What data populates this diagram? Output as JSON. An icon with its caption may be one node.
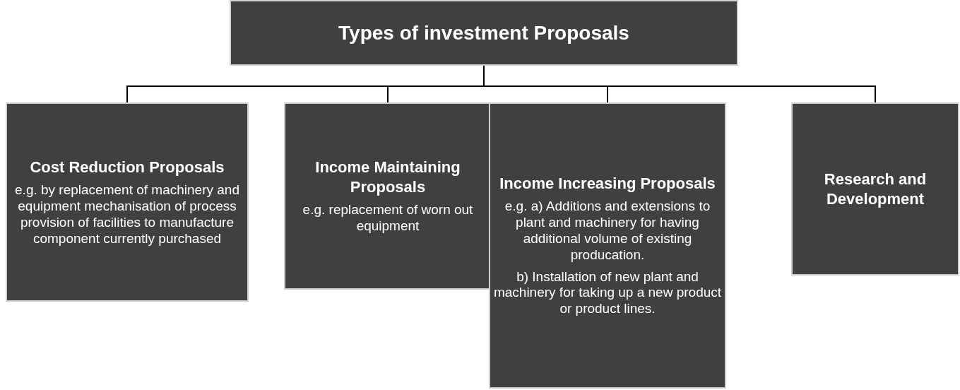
{
  "diagram": {
    "nodes": [
      {
        "text": [
          "Types of investment Proposals"
        ]
      },
      {
        "text": [
          "Cost Reduction Proposals",
          "e.g. by replacement of machinery and equipment mechanisation of process provision of facilities to manufacture component currently purchased"
        ]
      },
      {
        "text": [
          "Income Maintaining Proposals",
          "e.g. replacement of worn out equipment"
        ]
      },
      {
        "text": [
          "Income Increasing Proposals",
          "e.g. a) Additions and extensions to plant and machinery for having additional volume of existing producation.",
          "b) Installation of new plant and machinery for taking up a new product or product lines."
        ]
      },
      {
        "text": [
          "Research and Development"
        ]
      }
    ],
    "edges": [
      {
        "from": 0,
        "to": 1,
        "arrow": "none"
      },
      {
        "from": 0,
        "to": 2,
        "arrow": "none"
      },
      {
        "from": 0,
        "to": 3,
        "arrow": "none"
      },
      {
        "from": 0,
        "to": 4,
        "arrow": "none"
      }
    ]
  }
}
